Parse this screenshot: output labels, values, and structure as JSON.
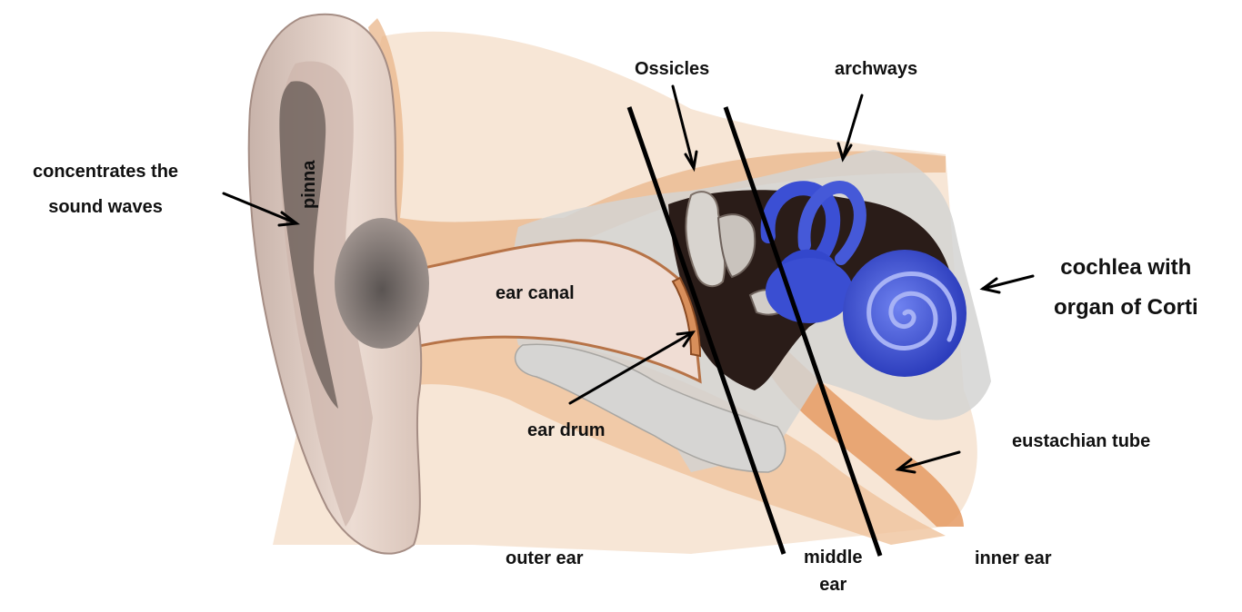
{
  "diagram": {
    "labels": {
      "concentrates_line1": "concentrates the",
      "concentrates_line2": "sound waves",
      "pinna": "pinna",
      "ossicles": "Ossicles",
      "archways": "archways",
      "cochlea_line1": "cochlea with",
      "cochlea_line2": "organ of Corti",
      "ear_canal": "ear canal",
      "ear_drum": "ear drum",
      "eustachian_tube": "eustachian tube",
      "outer_ear": "outer ear",
      "middle_ear_line1": "middle",
      "middle_ear_line2": "ear",
      "inner_ear": "inner ear"
    },
    "colors": {
      "skin": "#ead6cb",
      "skin_shadow": "#b9a59c",
      "tissue_orange": "#e8a36a",
      "bone_gray": "#cfd0d0",
      "cochlea_blue": "#3b4fd4",
      "cavity_dark": "#2a1c18"
    }
  }
}
